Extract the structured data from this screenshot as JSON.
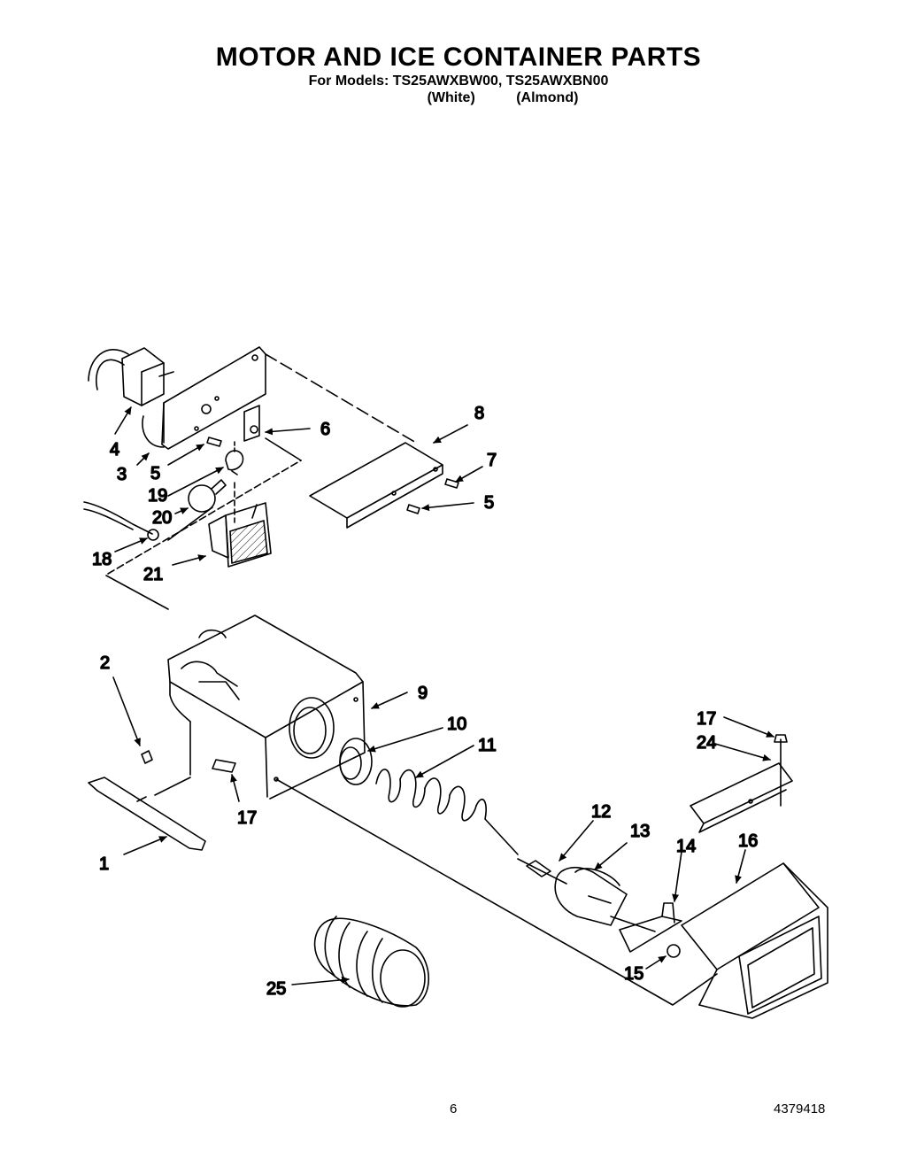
{
  "header": {
    "title": "MOTOR AND ICE CONTAINER PARTS",
    "models_line": "For Models: TS25AWXBW00, TS25AWXBN00",
    "color_white": "(White)",
    "color_almond": "(Almond)"
  },
  "callouts": {
    "c1": "1",
    "c2": "2",
    "c3": "3",
    "c4": "4",
    "c5a": "5",
    "c5b": "5",
    "c6": "6",
    "c7": "7",
    "c8": "8",
    "c9": "9",
    "c10": "10",
    "c11": "11",
    "c12": "12",
    "c13": "13",
    "c14": "14",
    "c15": "15",
    "c16": "16",
    "c17a": "17",
    "c17b": "17",
    "c18": "18",
    "c19": "19",
    "c20": "20",
    "c21": "21",
    "c24": "24",
    "c25": "25"
  },
  "footer": {
    "page_number": "6",
    "document_number": "4379418"
  }
}
